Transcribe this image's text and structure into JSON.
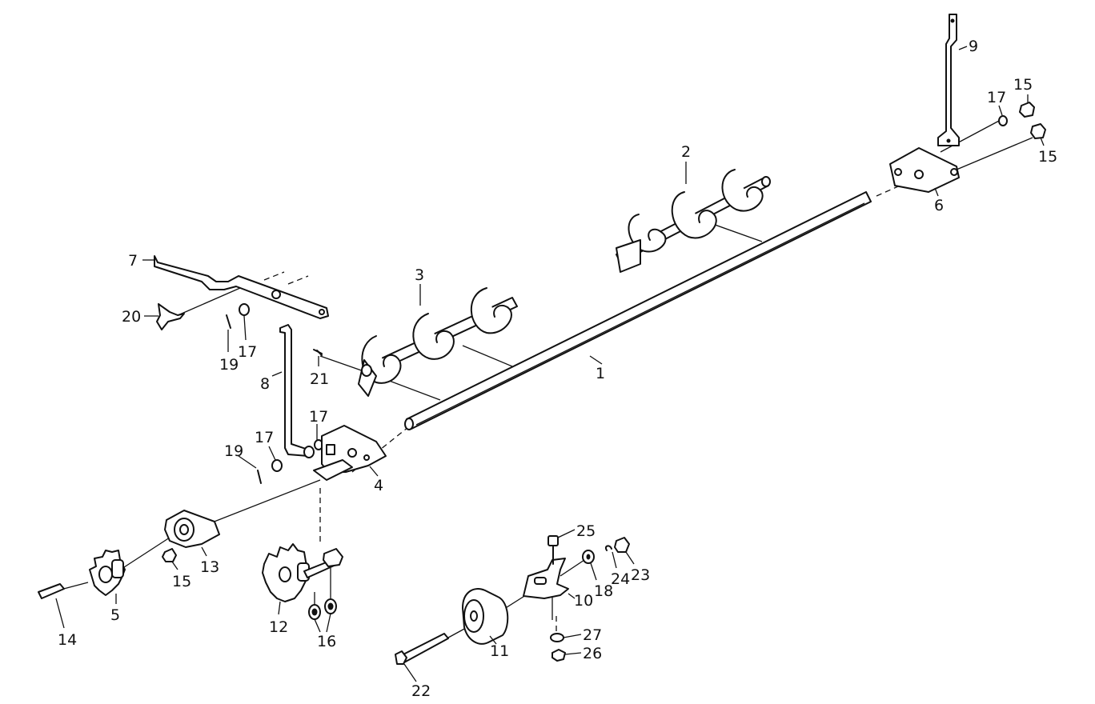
{
  "parts": [
    {
      "id": "p1",
      "label": "1"
    },
    {
      "id": "p2",
      "label": "2"
    },
    {
      "id": "p3",
      "label": "3"
    },
    {
      "id": "p4",
      "label": "4"
    },
    {
      "id": "p5",
      "label": "5"
    },
    {
      "id": "p6",
      "label": "6"
    },
    {
      "id": "p7",
      "label": "7"
    },
    {
      "id": "p8",
      "label": "8"
    },
    {
      "id": "p9",
      "label": "9"
    },
    {
      "id": "p10",
      "label": "10"
    },
    {
      "id": "p11",
      "label": "11"
    },
    {
      "id": "p12",
      "label": "12"
    },
    {
      "id": "p13",
      "label": "13"
    },
    {
      "id": "p14",
      "label": "14"
    },
    {
      "id": "p15a",
      "label": "15"
    },
    {
      "id": "p15b",
      "label": "15"
    },
    {
      "id": "p15c",
      "label": "15"
    },
    {
      "id": "p16",
      "label": "16"
    },
    {
      "id": "p17a",
      "label": "17"
    },
    {
      "id": "p17b",
      "label": "17"
    },
    {
      "id": "p17c",
      "label": "17"
    },
    {
      "id": "p17d",
      "label": "17"
    },
    {
      "id": "p18",
      "label": "18"
    },
    {
      "id": "p19a",
      "label": "19"
    },
    {
      "id": "p19b",
      "label": "19"
    },
    {
      "id": "p20",
      "label": "20"
    },
    {
      "id": "p21",
      "label": "21"
    },
    {
      "id": "p22",
      "label": "22"
    },
    {
      "id": "p23",
      "label": "23"
    },
    {
      "id": "p24",
      "label": "24"
    },
    {
      "id": "p25",
      "label": "25"
    },
    {
      "id": "p26",
      "label": "26"
    },
    {
      "id": "p27",
      "label": "27"
    }
  ]
}
